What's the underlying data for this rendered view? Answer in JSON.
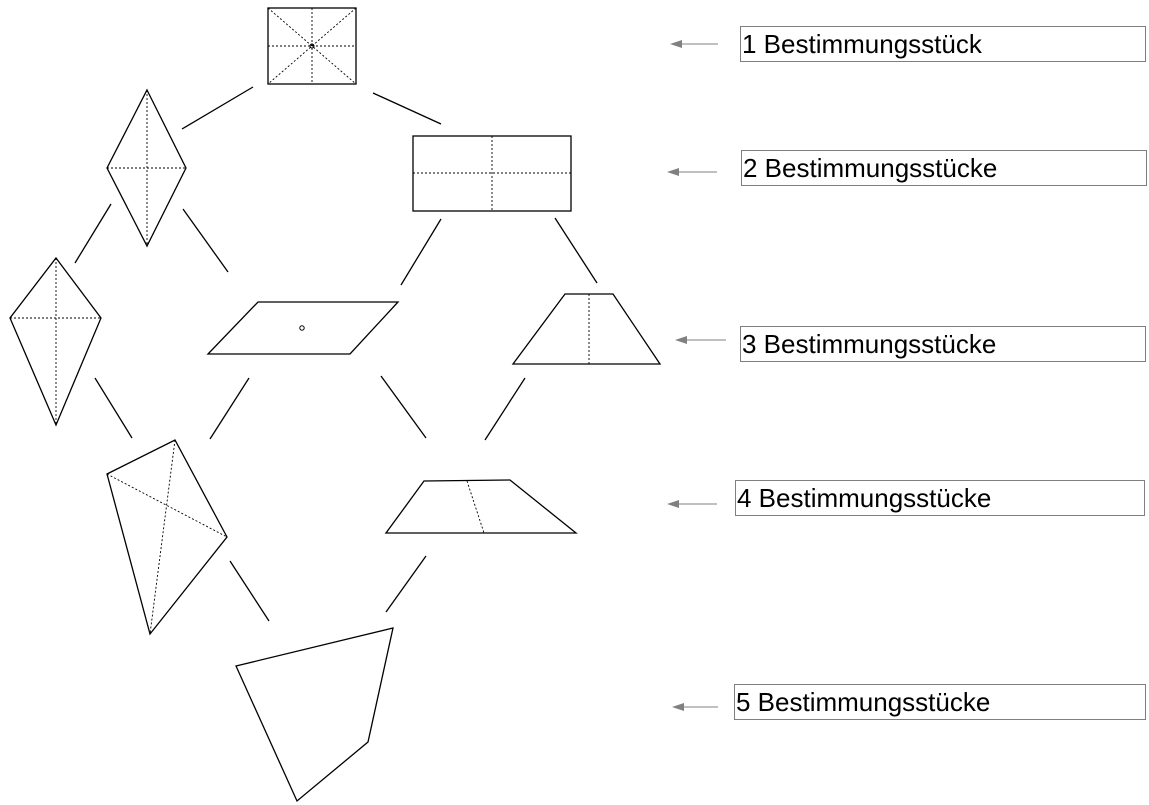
{
  "labels": [
    "1 Bestimmungsstück",
    "2 Bestimmungsstücke",
    "3 Bestimmungsstücke",
    "4 Bestimmungsstücke",
    "5 Bestimmungsstücke"
  ],
  "shapes": [
    "square-icon",
    "rhombus-icon",
    "rectangle-icon",
    "kite-icon",
    "parallelogram-icon",
    "isosceles-trapezoid-icon",
    "quadrilateral-with-diagonals-icon",
    "trapezoid-icon",
    "general-quadrilateral-icon"
  ],
  "colors": {
    "arrow": "#808080",
    "box_border": "#7f7f7f",
    "line": "#000000"
  }
}
